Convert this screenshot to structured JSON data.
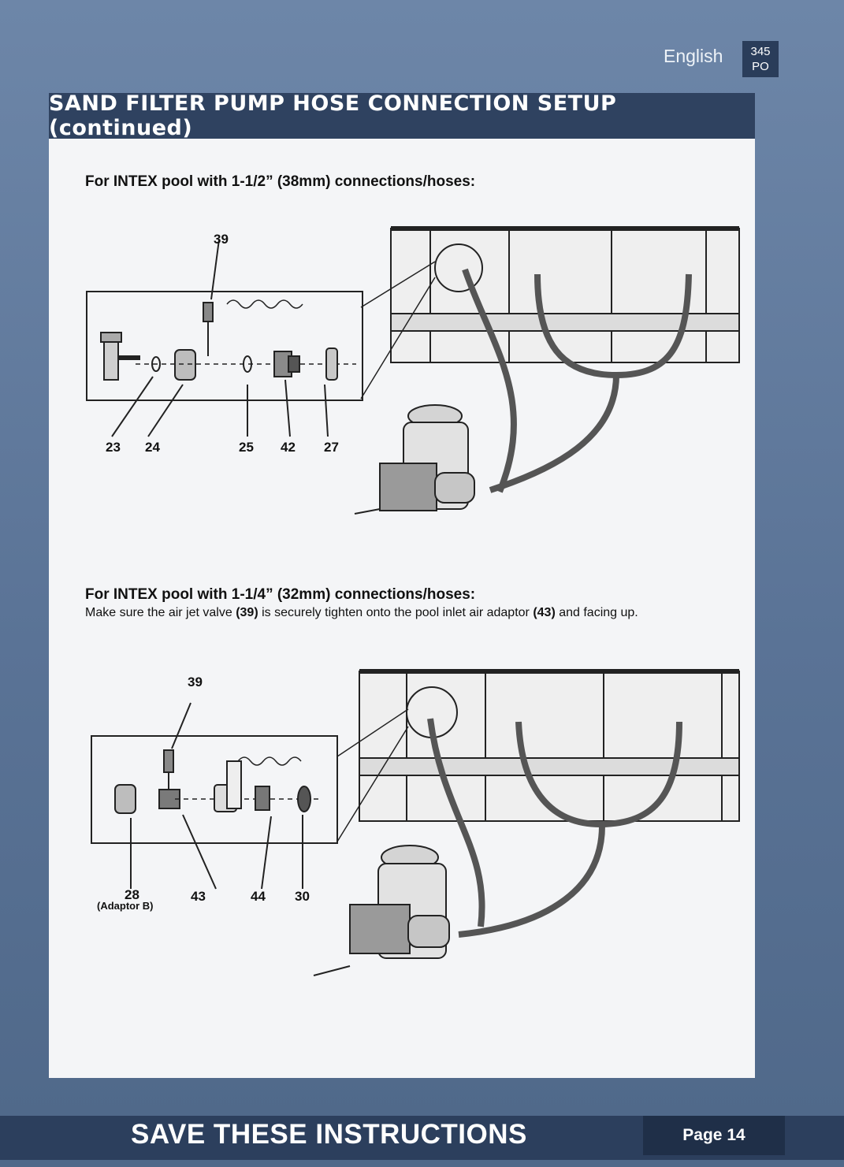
{
  "header": {
    "language": "English",
    "code_line1": "345",
    "code_line2": "PO",
    "title": "SAND FILTER PUMP HOSE CONNECTION SETUP (continued)"
  },
  "section1": {
    "title": "For INTEX pool with 1-1/2” (38mm) connections/hoses:",
    "labels": {
      "top": "39",
      "b1": "23",
      "b2": "24",
      "b3": "25",
      "b4": "42",
      "b5": "27"
    }
  },
  "section2": {
    "title": "For INTEX pool with 1-1/4” (32mm) connections/hoses:",
    "note_part1": "Make sure the air jet valve ",
    "note_b1": "(39)",
    "note_part2": " is securely tighten onto the pool inlet air adaptor ",
    "note_b2": "(43)",
    "note_part3": " and facing up.",
    "labels": {
      "top": "39",
      "b1": "28",
      "b1_sub": "(Adaptor B)",
      "b2": "43",
      "b3": "44",
      "b4": "30"
    }
  },
  "footer": {
    "text": "SAVE THESE INSTRUCTIONS",
    "page": "Page 14"
  }
}
